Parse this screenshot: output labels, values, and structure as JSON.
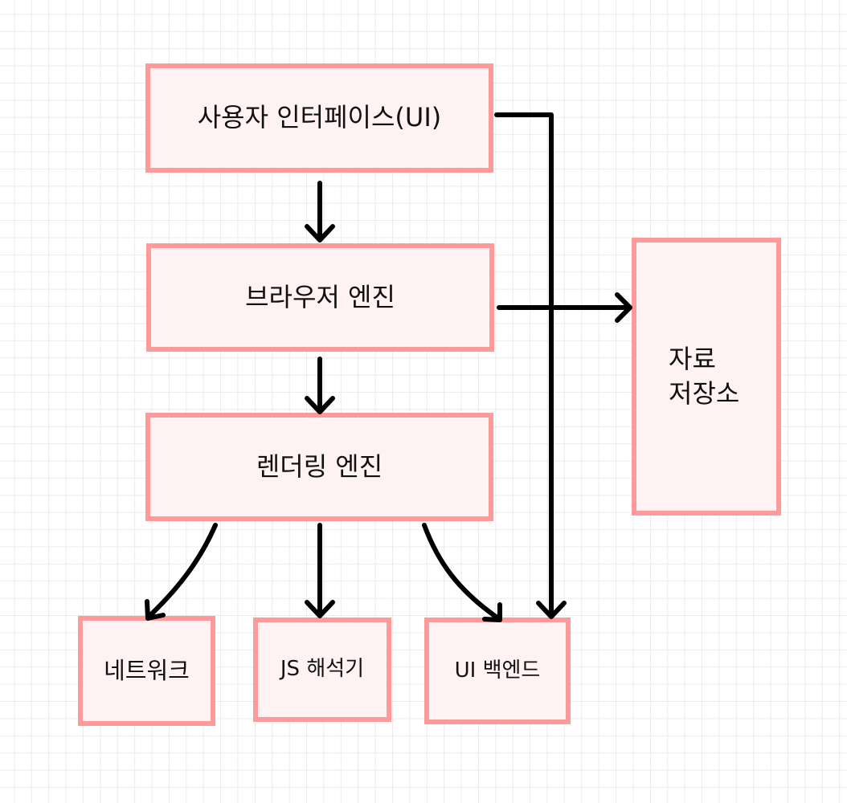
{
  "diagram": {
    "nodes": {
      "ui": {
        "label": "사용자 인터페이스(UI)"
      },
      "browser_engine": {
        "label": "브라우저 엔진"
      },
      "rendering_engine": {
        "label": "렌더링 엔진"
      },
      "storage": {
        "label": "자료\n저장소"
      },
      "network": {
        "label": "네트워크"
      },
      "js_interpreter": {
        "label": "JS 해석기"
      },
      "ui_backend": {
        "label": "UI 백엔드"
      }
    },
    "edges": [
      {
        "from": "ui",
        "to": "browser_engine"
      },
      {
        "from": "browser_engine",
        "to": "rendering_engine"
      },
      {
        "from": "browser_engine",
        "to": "storage"
      },
      {
        "from": "ui",
        "to": "ui_backend"
      },
      {
        "from": "rendering_engine",
        "to": "network"
      },
      {
        "from": "rendering_engine",
        "to": "js_interpreter"
      },
      {
        "from": "rendering_engine",
        "to": "ui_backend"
      }
    ],
    "colors": {
      "box_border": "#fe9a9a",
      "box_fill": "#fff2f2",
      "arrow": "#000000",
      "text": "#111111"
    }
  }
}
